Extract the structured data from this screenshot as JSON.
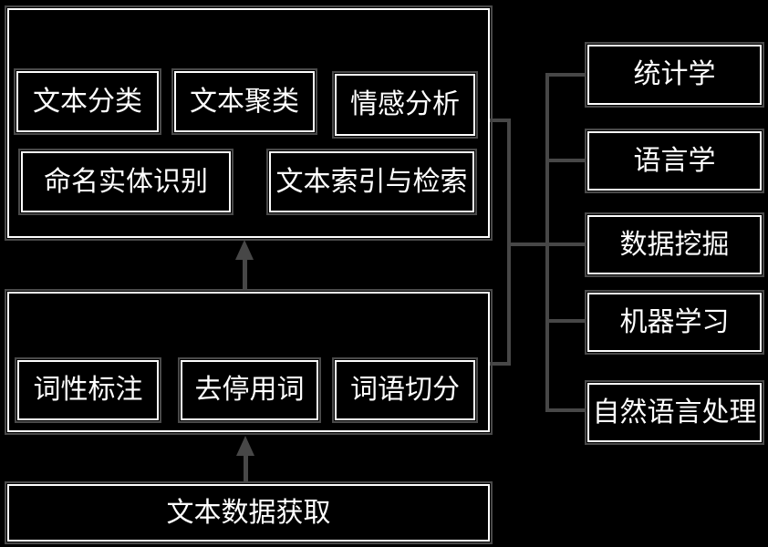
{
  "colors": {
    "background": "#000000",
    "line": "#474747",
    "box_border_outer": "#4a4a4a",
    "box_border_inner": "#ffffff",
    "text": "#ffffff"
  },
  "top_group": {
    "row1": [
      "文本分类",
      "文本聚类",
      "情感分析"
    ],
    "row2": [
      "命名实体识别",
      "文本索引与检索"
    ]
  },
  "middle_group": {
    "row": [
      "词性标注",
      "去停用词",
      "词语切分"
    ]
  },
  "bottom_node": {
    "label": "文本数据获取"
  },
  "right_column": [
    "统计学",
    "语言学",
    "数据挖掘",
    "机器学习",
    "自然语言处理"
  ]
}
